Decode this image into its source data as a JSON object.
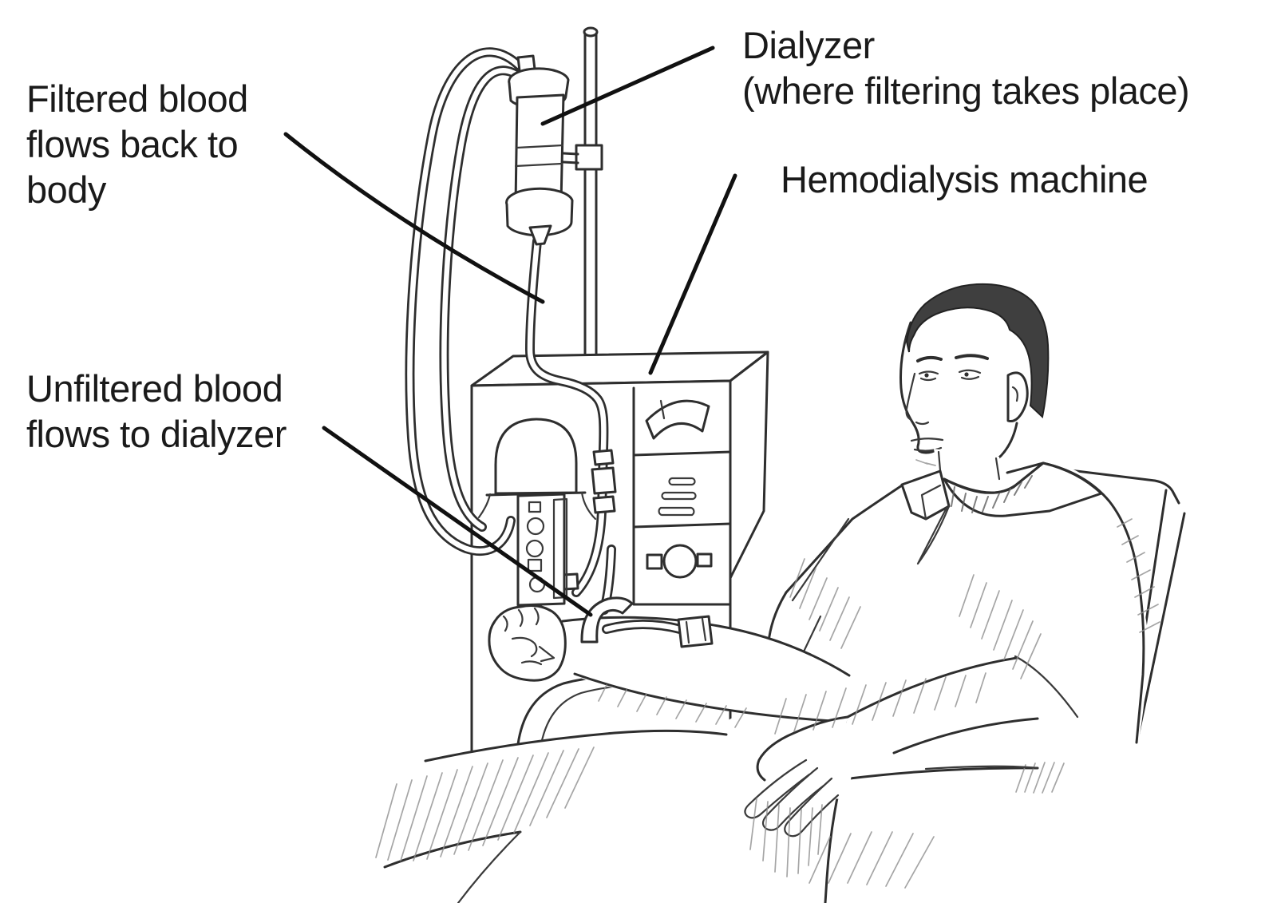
{
  "labels": {
    "filtered_blood": {
      "lines": [
        "Filtered blood",
        "flows back to",
        "body"
      ]
    },
    "dialyzer": {
      "lines": [
        "Dialyzer",
        "(where filtering takes place)"
      ]
    },
    "hemodialysis_machine": {
      "lines": [
        "Hemodialysis machine"
      ]
    },
    "unfiltered_blood": {
      "lines": [
        "Unfiltered blood",
        "flows to dialyzer"
      ]
    }
  },
  "colors": {
    "background": "#ffffff",
    "ink": "#2e2e2e",
    "label_text": "#1a1a1a",
    "leader_line": "#111111",
    "hair": "#3f3f3f",
    "pencil_shading": "#8f8f8f"
  }
}
